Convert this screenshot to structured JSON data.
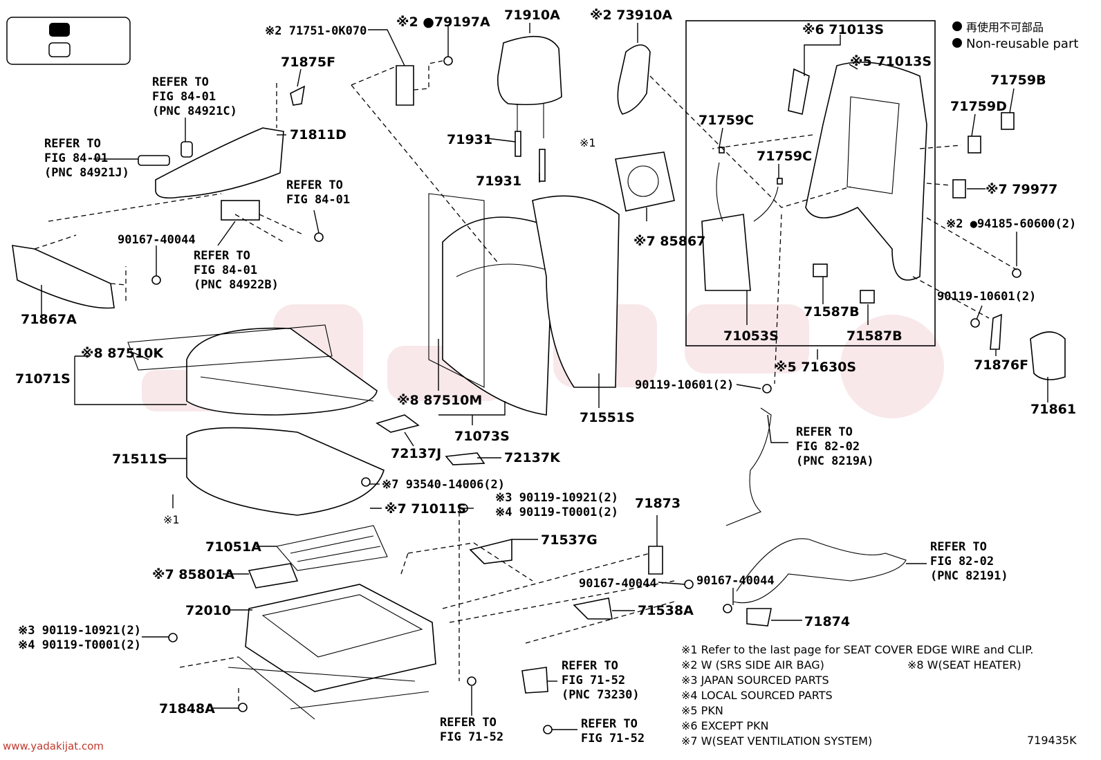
{
  "legend": {
    "jp": "再使用不可部品",
    "en": "Non-reusable part"
  },
  "watermark": "www.yadakijat.com",
  "figure_code": "719435K",
  "labels": {
    "p71910A": "71910A",
    "p73910A": "※2 73910A",
    "p79197A": "※2 ●79197A",
    "p71751": "※2 71751-0K070",
    "p71875F": "71875F",
    "p71811D": "71811D",
    "p71867A": "71867A",
    "p71931a": "71931",
    "p71931b": "71931",
    "p90167a": "90167-40044",
    "p71013S6": "※6 71013S",
    "p71013S5": "※5 71013S",
    "p71759C1": "71759C",
    "p71759C2": "71759C",
    "p71759B": "71759B",
    "p71759D": "71759D",
    "p79977": "※7 79977",
    "p94185": "※2 ●94185-60600(2)",
    "p90119_10601a": "90119-10601(2)",
    "p71876F": "71876F",
    "p71861": "71861",
    "p71053S": "71053S",
    "p71587B1": "71587B",
    "p71587B2": "71587B",
    "p71630S": "※5 71630S",
    "p90119_10601b": "90119-10601(2)",
    "p85867": "※7 85867",
    "p_s1a": "※1",
    "p87510K": "※8 87510K",
    "p71071S": "71071S",
    "p87510M": "※8 87510M",
    "p71073S": "71073S",
    "p71551S": "71551S",
    "p72137J": "72137J",
    "p72137K": "72137K",
    "p71511S": "71511S",
    "p793540": "※7 93540-14006(2)",
    "p71011S": "※7 71011S",
    "p90119_10921a": "※3  90119-10921(2)",
    "p90119_T0001a": "※4  90119-T0001(2)",
    "p_s1b": "※1",
    "p71051A": "71051A",
    "p85801A": "※7 85801A",
    "p72010": "72010",
    "p90119_10921b": "※3  90119-10921(2)",
    "p90119_T0001b": "※4  90119-T0001(2)",
    "p71848A": "71848A",
    "p71873": "71873",
    "p71537G": "71537G",
    "p90167b": "90167-40044",
    "p90167c": "90167-40044",
    "p71538A": "71538A",
    "p71874": "71874"
  },
  "refs": {
    "r1": [
      "REFER TO",
      "FIG 84-01",
      "(PNC 84921C)"
    ],
    "r2": [
      "REFER TO",
      "FIG 84-01",
      "(PNC 84921J)"
    ],
    "r3": [
      "REFER TO",
      "FIG 84-01"
    ],
    "r4": [
      "REFER TO",
      "FIG 84-01",
      "(PNC 84922B)"
    ],
    "r5": [
      "REFER TO",
      "FIG 82-02",
      "(PNC 8219A)"
    ],
    "r6": [
      "REFER TO",
      "FIG 82-02",
      "(PNC 82191)"
    ],
    "r7": [
      "REFER TO",
      "FIG 71-52",
      "(PNC 73230)"
    ],
    "r8": [
      "REFER TO",
      "FIG 71-52"
    ],
    "r9": [
      "REFER TO",
      "FIG 71-52"
    ]
  },
  "notes": [
    "※1  Refer to the last page for SEAT COVER EDGE WIRE and CLIP.",
    "※2  W (SRS SIDE AIR BAG)",
    "※3  JAPAN SOURCED PARTS",
    "※4  LOCAL SOURCED PARTS",
    "※5  PKN",
    "※6  EXCEPT PKN",
    "※7  W(SEAT VENTILATION SYSTEM)"
  ],
  "note8": "※8  W(SEAT HEATER)"
}
